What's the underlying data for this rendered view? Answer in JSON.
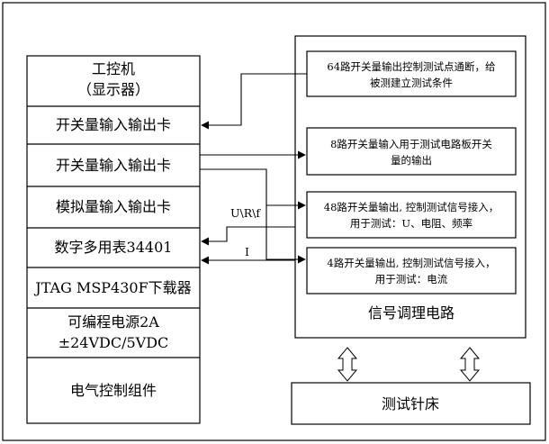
{
  "computer": {
    "title_line1": "工控机",
    "title_line2": "（显示器）",
    "cards": [
      "开关量输入输出卡",
      "开关量输入输出卡",
      "模拟量输入输出卡",
      "数字多用表34401",
      "JTAG MSP430F下载器",
      "可编程电源2A",
      "±24VDC/5VDC",
      "电气控制组件"
    ]
  },
  "conditioning": {
    "title": "信号调理电路",
    "blocks": [
      {
        "line1": "64路开关量输出控制测试点通断，给",
        "line2": "被测建立测试条件"
      },
      {
        "line1": "8路开关量输入用于测试电路板开关",
        "line2": "量的输出"
      },
      {
        "line1": "48路开关量输出, 控制测试信号接入，",
        "line2": "用于测试：U、电阻、频率"
      },
      {
        "line1": "4路开关量输出, 控制测试信号接入，",
        "line2": "用于测试：电流"
      }
    ]
  },
  "signals": {
    "uvrf": "U\\R\\f",
    "current": "I"
  },
  "fixture": {
    "label": "测试针床"
  }
}
